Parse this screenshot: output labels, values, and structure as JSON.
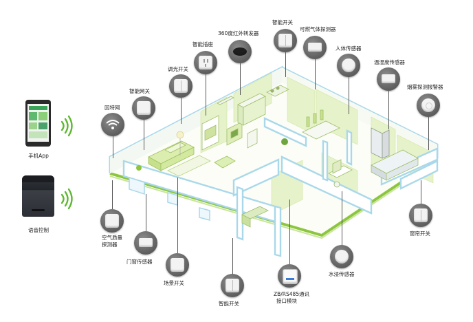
{
  "left_panel": {
    "app_label": "手机App",
    "voice_label": "语音控制"
  },
  "callouts": {
    "internet": "因特网",
    "gateway": "智能网关",
    "dimmer": "调光开关",
    "smart_socket": "智能插座",
    "ir_transmitter": "360度红外转发器",
    "smart_switch_top": "智能开关",
    "gas_detector": "可燃气体探测器",
    "human_sensor": "人体传感器",
    "temp_humidity": "温湿度传感器",
    "smoke_alarm": "烟雾探测报警器",
    "air_quality_1": "空气质量",
    "air_quality_2": "探测器",
    "door_window": "门窗传感器",
    "scene_switch": "场景开关",
    "smart_switch_bottom": "智能开关",
    "zb_module_1": "ZB/RS485通讯",
    "zb_module_2": "接口模块",
    "water_sensor": "水浸传感器",
    "curtain_switch": "窗帘开关"
  },
  "colors": {
    "accent_green": "#5cb82e",
    "wall_blue": "#a9d8ea",
    "floor_green": "#e6f2c9",
    "icon_gray": "#6f6f6f"
  }
}
